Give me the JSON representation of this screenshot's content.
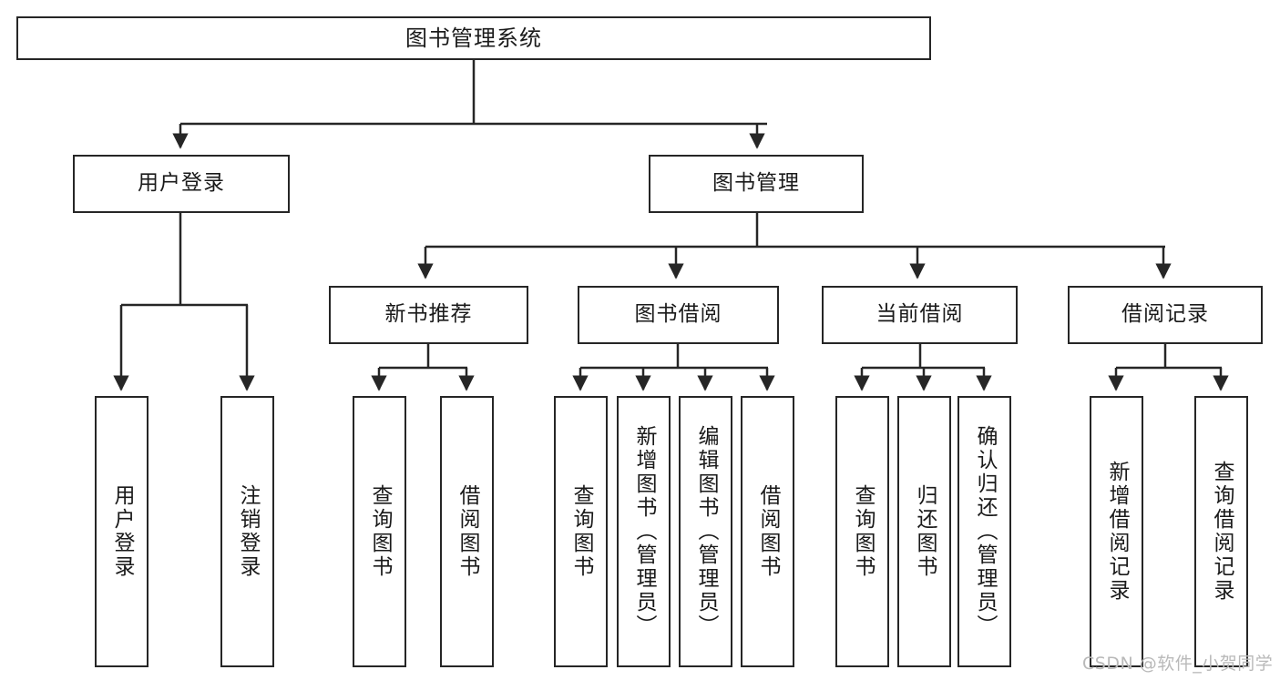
{
  "diagram": {
    "title": "图书管理系统",
    "type": "hierarchy-tree",
    "levels": 4,
    "colors": {
      "stroke": "#262626",
      "fill": "#ffffff",
      "text": "#1a1a1a",
      "watermark": "#b9b9b9"
    },
    "root": {
      "label": "图书管理系统"
    },
    "level2": [
      {
        "label": "用户登录"
      },
      {
        "label": "图书管理"
      }
    ],
    "level3": [
      {
        "label": "新书推荐"
      },
      {
        "label": "图书借阅"
      },
      {
        "label": "当前借阅"
      },
      {
        "label": "借阅记录"
      }
    ],
    "leaves": {
      "user_login": [
        {
          "label": "用户登录"
        },
        {
          "label": "注销登录"
        }
      ],
      "new_book_recommend": [
        {
          "label": "查询图书"
        },
        {
          "label": "借阅图书"
        }
      ],
      "book_borrow": [
        {
          "label": "查询图书"
        },
        {
          "label": "新增图书（管理员）"
        },
        {
          "label": "编辑图书（管理员）"
        },
        {
          "label": "借阅图书"
        }
      ],
      "current_borrow": [
        {
          "label": "查询图书"
        },
        {
          "label": "归还图书"
        },
        {
          "label": "确认归还（管理员）"
        }
      ],
      "borrow_record": [
        {
          "label": "新增借阅记录"
        },
        {
          "label": "查询借阅记录"
        }
      ]
    }
  },
  "watermark": {
    "text": "CSDN @软件_小贺同学"
  }
}
